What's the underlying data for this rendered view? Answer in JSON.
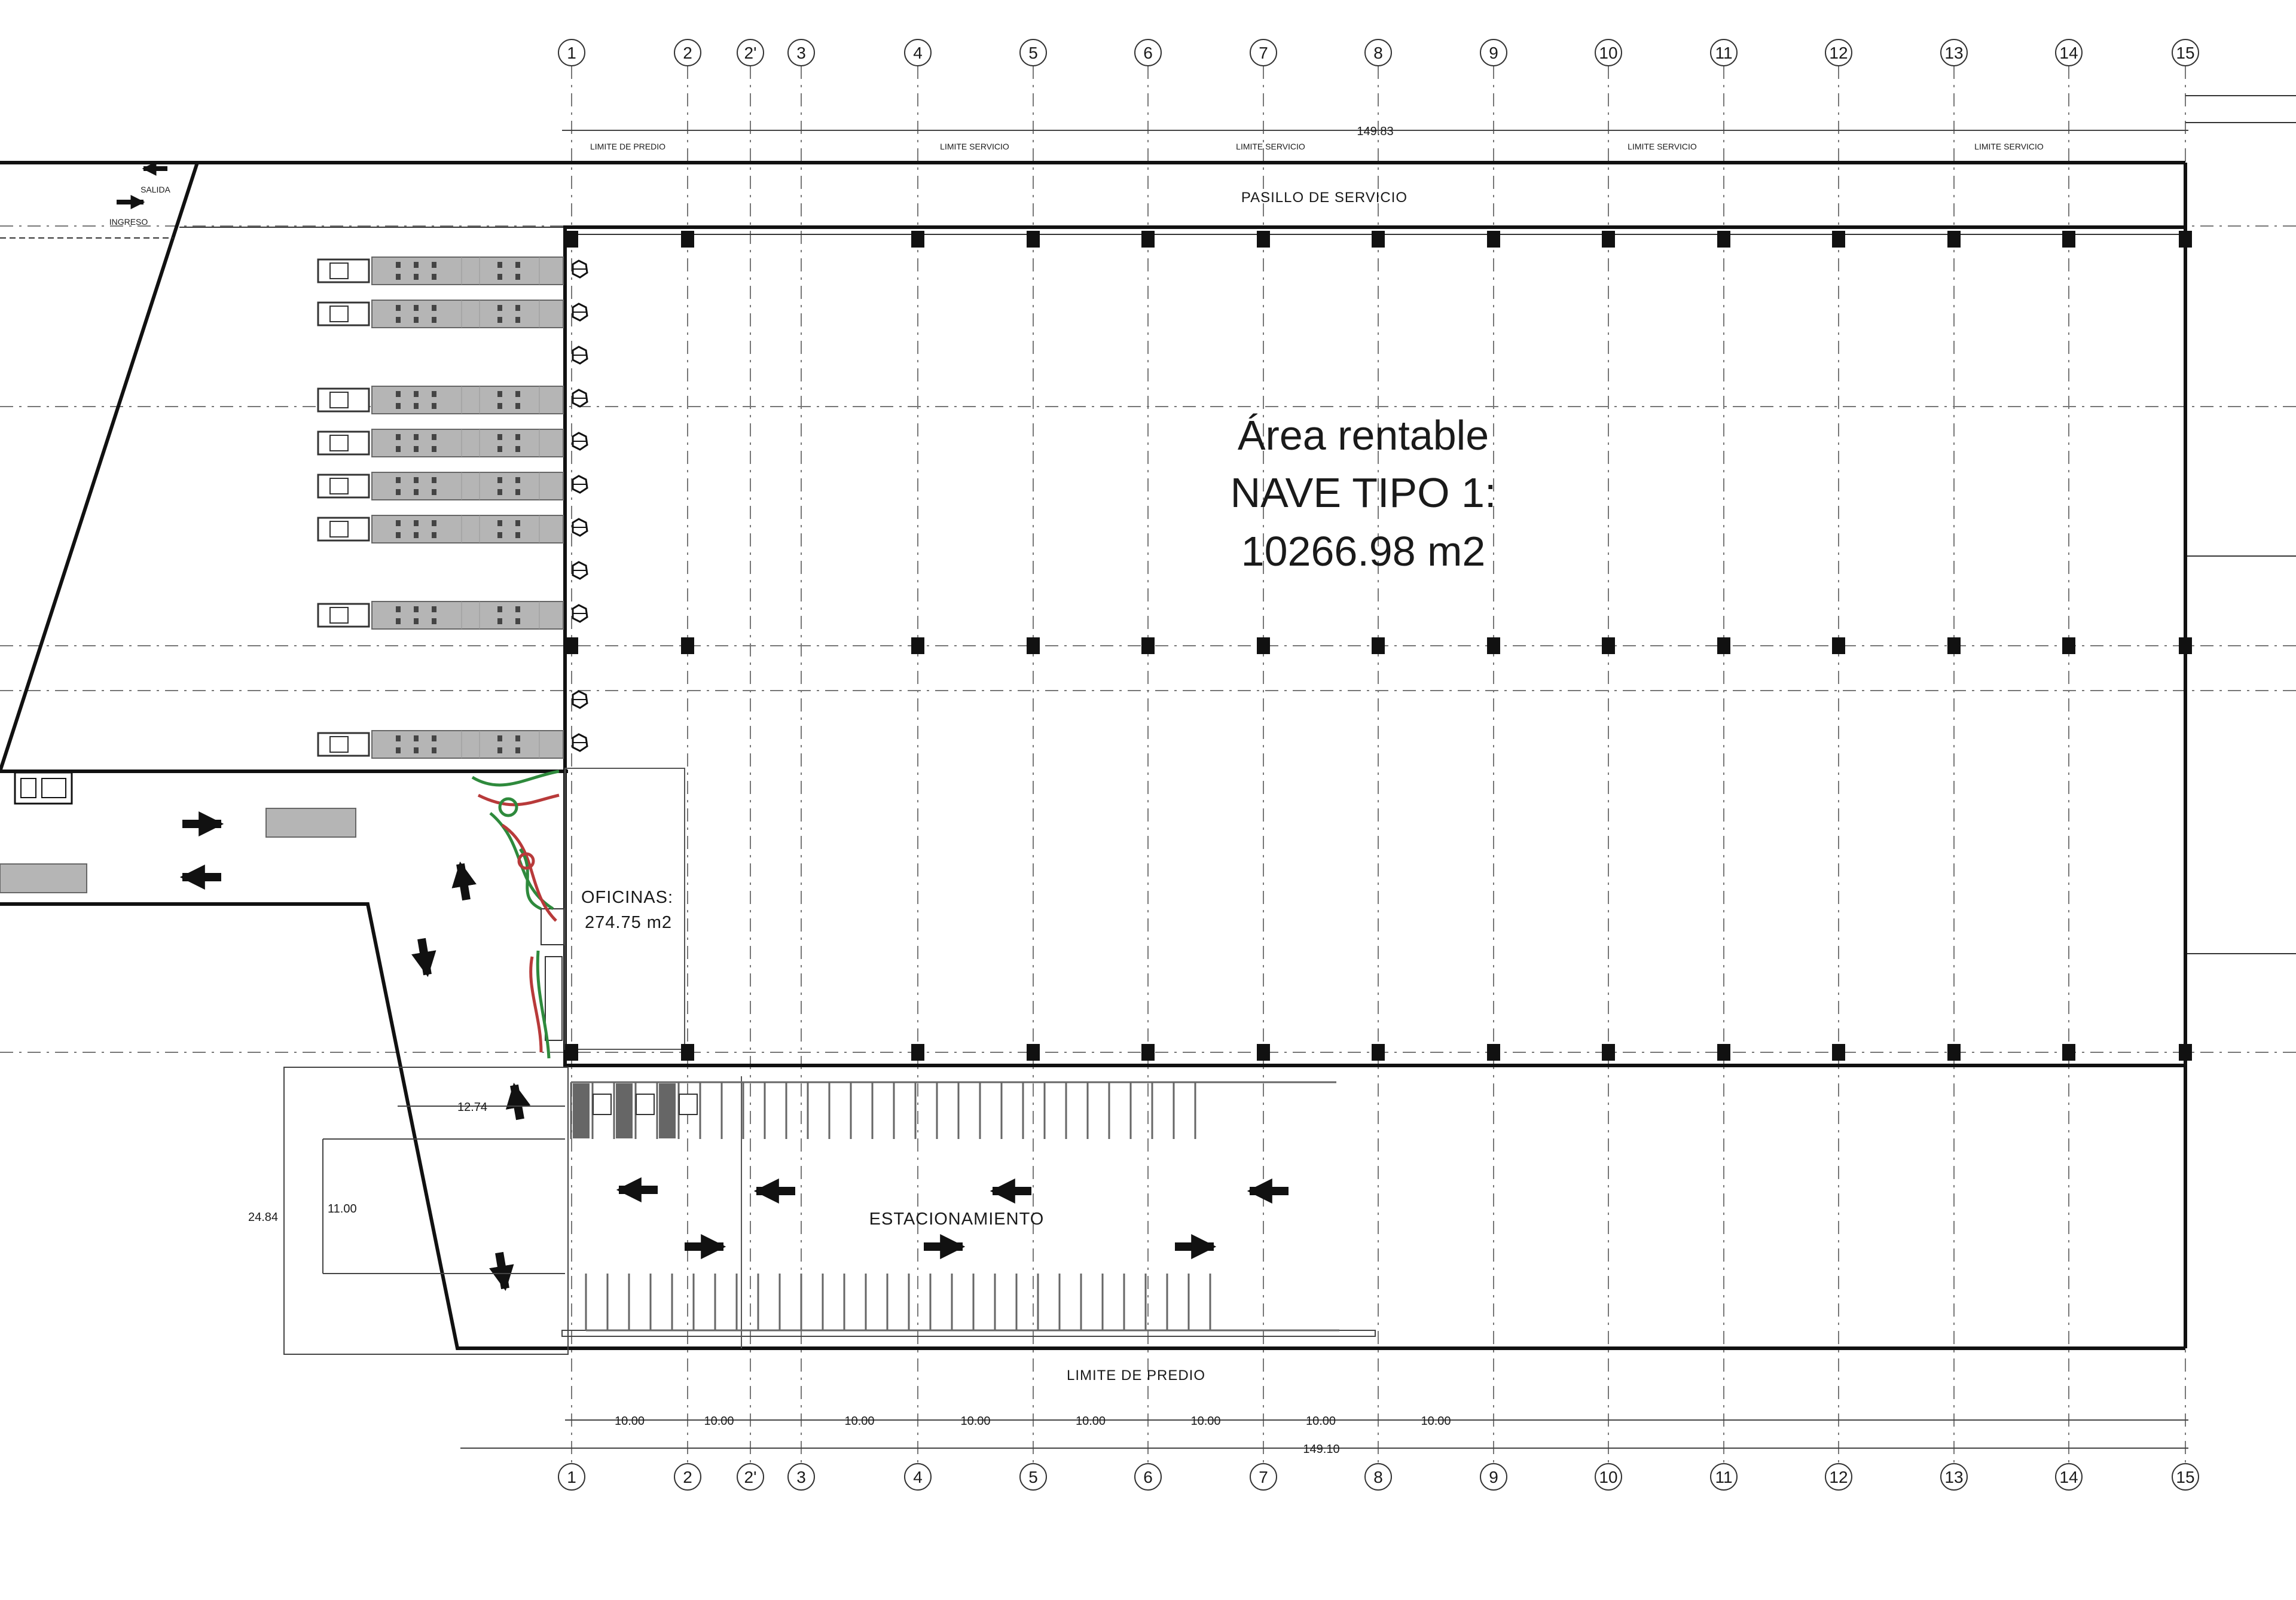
{
  "plan": {
    "title_lines": [
      "Área rentable",
      "NAVE TIPO 1:",
      "10266.98 m2"
    ],
    "corridor_label": "PASILLO DE SERVICIO",
    "parking_label": "ESTACIONAMIENTO",
    "property_limit_label": "LIMITE DE PREDIO",
    "offices": {
      "name": "OFICINAS:",
      "area": "274.75 m2"
    },
    "exit_label": "SALIDA",
    "entry_label": "INGRESO",
    "top_total_dim": "149.83",
    "bottom_total_dim": "149.10",
    "bay_dims": [
      "10.00",
      "10.00",
      "10.00",
      "10.00",
      "10.00",
      "10.00",
      "10.00",
      "10.00"
    ],
    "left_dims": {
      "d1": "12.74",
      "d2": "24.84",
      "d3": "11.00"
    },
    "top_limit_labels": [
      "LIMITE DE PREDIO",
      "LIMITE SERVICIO",
      "LIMITE SERVICIO",
      "LIMITE SERVICIO",
      "LIMITE SERVICIO"
    ],
    "grid_axes": [
      "1",
      "2",
      "2'",
      "3",
      "4",
      "5",
      "6",
      "7",
      "8",
      "9",
      "10",
      "11",
      "12",
      "13",
      "14",
      "15"
    ]
  },
  "colors": {
    "line": "#111111",
    "grid": "#777777",
    "truck": "#b5b5b5",
    "landscape_red": "#b83a3a",
    "landscape_green": "#2e8a3c"
  }
}
